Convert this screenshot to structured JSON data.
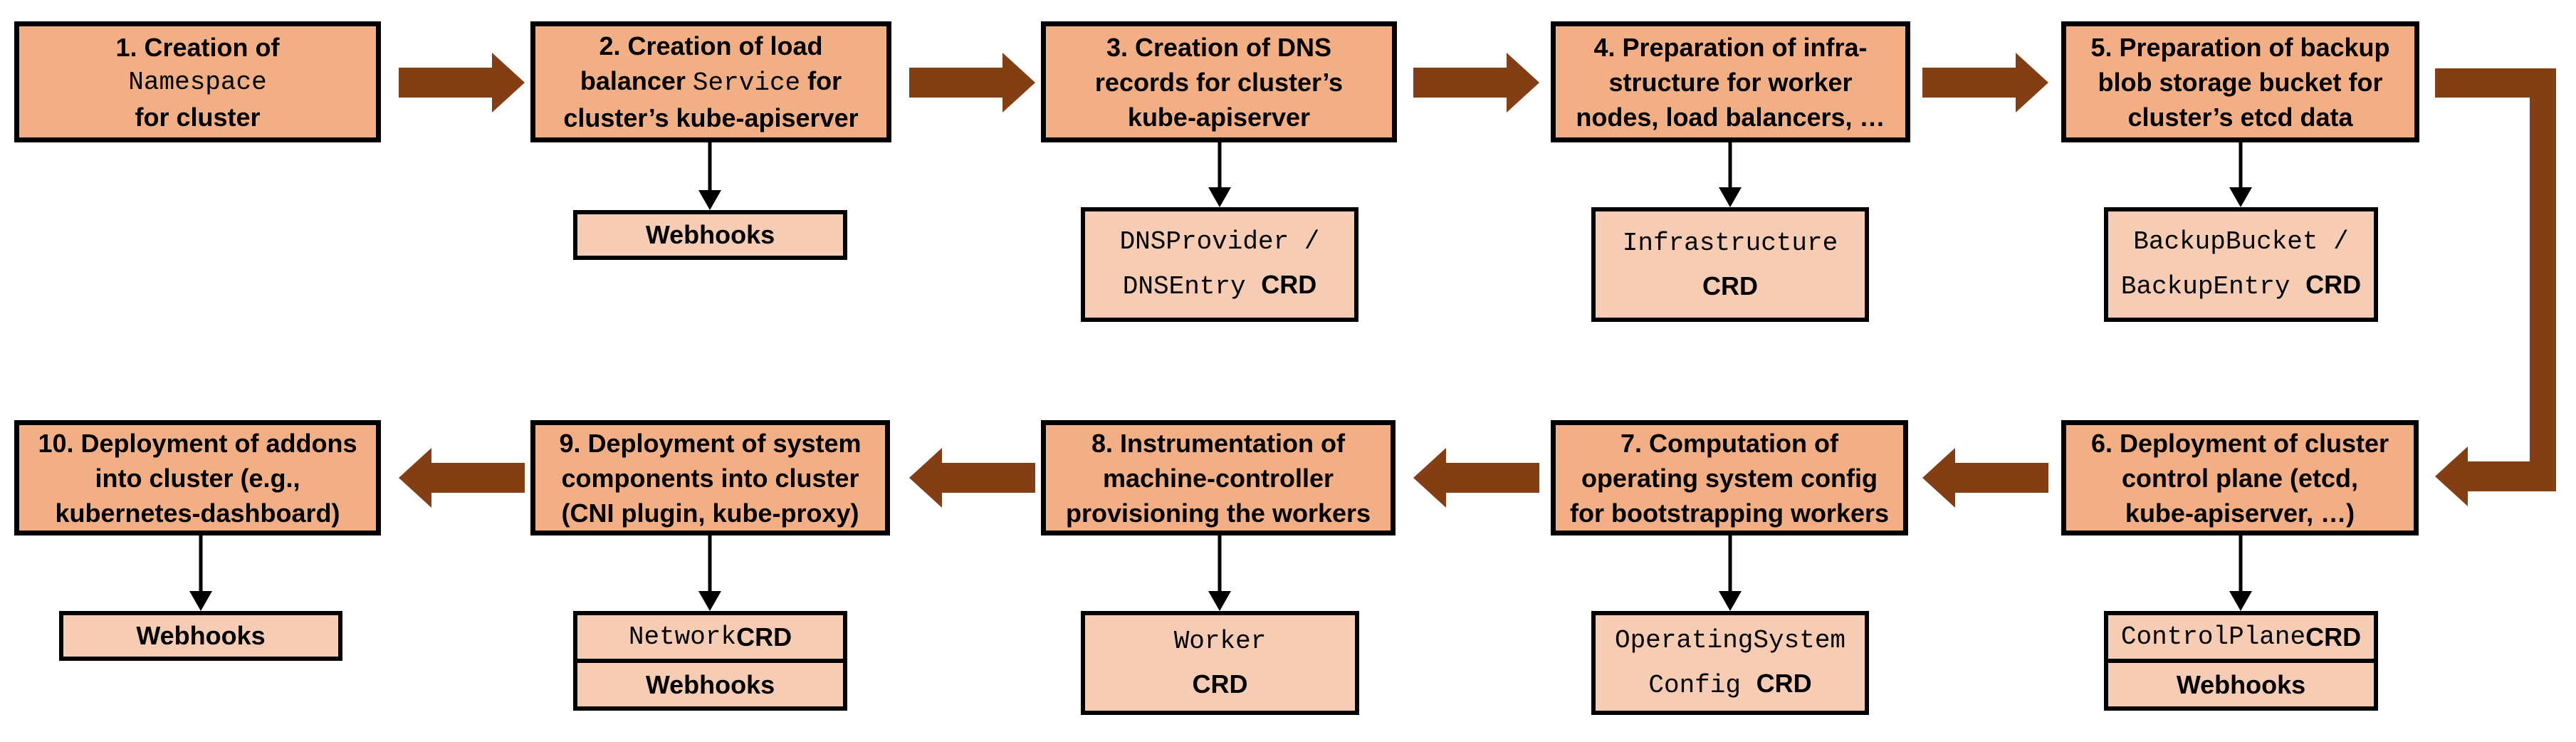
{
  "palette": {
    "step_box_fill": "#F2AE84",
    "sub_box_fill": "#F6CDB4",
    "arrow_brown": "#843E14",
    "border": "#000000",
    "background": "#FFFFFF"
  },
  "steps": [
    {
      "number": "1",
      "box": {
        "l1": "1. Creation of",
        "l2_mono": "Namespace",
        "l3": "for cluster"
      }
    },
    {
      "number": "2",
      "box": {
        "l1": "2. Creation of load",
        "l2a": "balancer ",
        "l2_mono": "Service",
        "l2b": " for",
        "l3": "cluster’s kube-apiserver"
      },
      "webhooks": "Webhooks"
    },
    {
      "number": "3",
      "box": {
        "l1": "3. Creation of DNS",
        "l2": "records for cluster’s",
        "l3": "kube-apiserver"
      },
      "crd_box": {
        "m1": "DNSProvider /",
        "m2": "DNSEntry ",
        "crd": "CRD"
      }
    },
    {
      "number": "4",
      "box": {
        "l1": "4. Preparation of infra-",
        "l2": "structure for worker",
        "l3": "nodes, load balancers, …"
      },
      "crd_box": {
        "m1": "Infrastructure",
        "crd": "CRD"
      }
    },
    {
      "number": "5",
      "box": {
        "l1": "5. Preparation of backup",
        "l2": "blob storage bucket for",
        "l3": "cluster’s etcd data"
      },
      "crd_box": {
        "m1": "BackupBucket /",
        "m2": "BackupEntry ",
        "crd": "CRD"
      }
    },
    {
      "number": "6",
      "box": {
        "l1": "6. Deployment of cluster",
        "l2": "control plane (etcd,",
        "l3": "kube-apiserver, …)"
      },
      "crd_box": {
        "m": "ControlPlane ",
        "crd": "CRD"
      },
      "webhooks": "Webhooks"
    },
    {
      "number": "7",
      "box": {
        "l1": "7. Computation of",
        "l2": "operating system config",
        "l3": "for bootstrapping workers"
      },
      "crd_box": {
        "m1": "OperatingSystem",
        "m2": "Config ",
        "crd": "CRD"
      }
    },
    {
      "number": "8",
      "box": {
        "l1": "8. Instrumentation of",
        "l2": "machine-controller",
        "l3": "provisioning the workers"
      },
      "crd_box": {
        "m1": "Worker",
        "crd": "CRD"
      }
    },
    {
      "number": "9",
      "box": {
        "l1": "9. Deployment of system",
        "l2": "components into cluster",
        "l3": "(CNI plugin, kube-proxy)"
      },
      "crd_box": {
        "m": "Network ",
        "crd": "CRD"
      },
      "webhooks": "Webhooks"
    },
    {
      "number": "10",
      "box": {
        "l1": "10. Deployment of addons",
        "l2": "into cluster (e.g.,",
        "l3": "kubernetes-dashboard)"
      },
      "webhooks": "Webhooks"
    }
  ]
}
